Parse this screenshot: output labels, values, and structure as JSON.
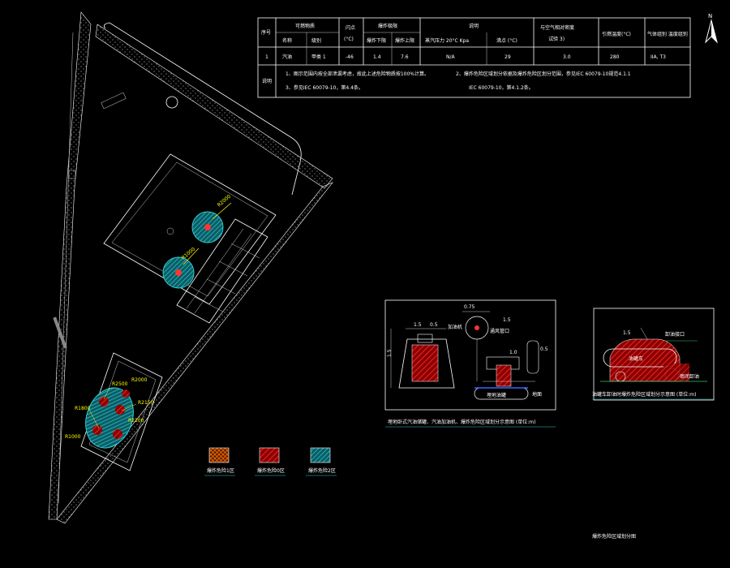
{
  "table": {
    "headers": {
      "seq": "序号",
      "material": "可燃物质",
      "name": "名称",
      "level": "级别",
      "flash": "闪点",
      "flash_unit": "(°C)",
      "explosion": "爆炸极限",
      "lower": "爆炸下限",
      "upper": "爆炸上限",
      "note": "说明",
      "pressure": "蒸汽压力 20°C Kpa",
      "temp": "沸点 (°C)",
      "density": "与空气相对密度",
      "density2": "试验 3)",
      "autoignite": "引燃温度(°C)",
      "group": "气体组别 温度组别"
    },
    "row": {
      "seq": "1",
      "name": "汽油",
      "level": "甲类 1",
      "flash": "-46",
      "lower": "1.4",
      "upper": "7.6",
      "pressure": "N/A",
      "temp": "29",
      "density": "3.0",
      "autoignite": "280",
      "group": "IIA, T3"
    },
    "notes_label": "说明",
    "notes": [
      "1、图示范围内按全部泄漏考虑，故此上述危险物质按100%计算。",
      "2、爆炸危险区域划分依据及爆炸危险区划分范围，参见IEC 60079-10规范4.1.1",
      "3、参见IEC 60079-10，第4.4条。",
      "IEC 60079-10，第4.1.2条。"
    ]
  },
  "north_label": "N",
  "site_labels": {
    "r1": "R1000",
    "r2": "R2000",
    "r3": "R2500",
    "r4": "R2150",
    "r5": "R2100",
    "r6": "R1800",
    "r7": "R2000",
    "r8": "R1000"
  },
  "legend": [
    {
      "label": "爆炸危险1区",
      "color": "#ff3333"
    },
    {
      "label": "爆炸危险0区",
      "color": "#ff0000"
    },
    {
      "label": "爆炸危险2区",
      "color": "#33cccc"
    }
  ],
  "detail1": {
    "caption": "埋地卧式汽油储罐、汽油加油机、爆炸危险区域划分示意图 (单位:m)",
    "labels": {
      "a": "1.5",
      "b": "1.5",
      "c": "0.5",
      "d": "0.75",
      "e": "1.5",
      "f": "1.0",
      "g": "0.5",
      "h": "通风管口",
      "i": "加油机",
      "j": "埋地油罐",
      "k": "地面"
    }
  },
  "detail2": {
    "caption": "油罐车卸油时爆炸危险区域划分示意图 (单位:m)",
    "labels": {
      "a": "1.5",
      "b": "油罐车",
      "c": "卸油接口",
      "d": "密闭卸油"
    }
  },
  "footer": "爆炸危险区域划分图"
}
